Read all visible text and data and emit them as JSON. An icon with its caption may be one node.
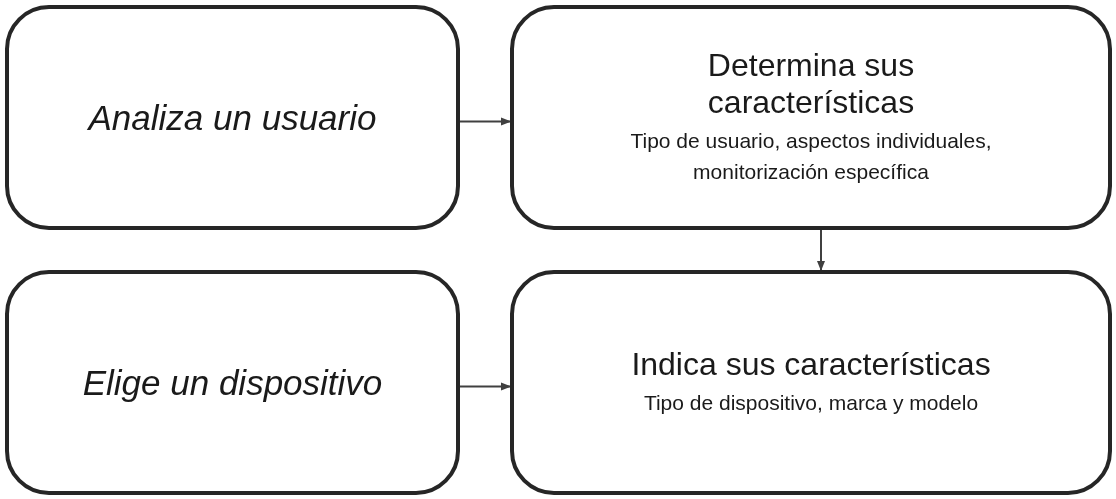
{
  "diagram": {
    "nodes": [
      {
        "text": [
          "Analiza un usuario"
        ]
      },
      {
        "text": [
          "Determina sus características",
          "Tipo de usuario, aspectos individuales, monitorización específica"
        ]
      },
      {
        "text": [
          "Elige un dispositivo"
        ]
      },
      {
        "text": [
          "Indica sus características",
          "Tipo de dispositivo, marca y modelo"
        ]
      }
    ],
    "edges": [
      {
        "from": 0,
        "to": 1,
        "arrow": "to"
      },
      {
        "from": 1,
        "to": 3,
        "arrow": "to"
      },
      {
        "from": 2,
        "to": 3,
        "arrow": "to"
      }
    ]
  }
}
